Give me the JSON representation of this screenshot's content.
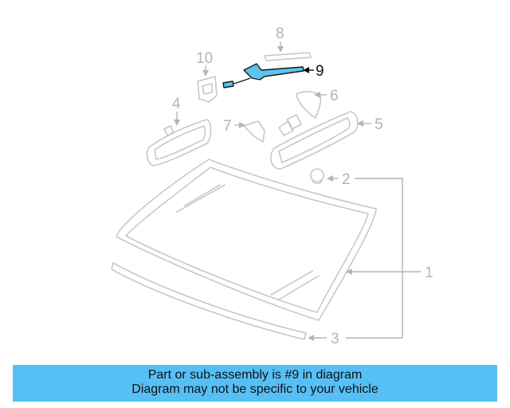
{
  "callouts": {
    "c1": "1",
    "c2": "2",
    "c3": "3",
    "c4": "4",
    "c5": "5",
    "c6": "6",
    "c7": "7",
    "c8": "8",
    "c9": "9",
    "c10": "10"
  },
  "highlighted_part": "9",
  "banner": {
    "line1": "Part or sub-assembly is #9 in diagram",
    "line2": "Diagram may not be specific to your vehicle"
  },
  "colors": {
    "highlight": "#5bc3f0",
    "banner": "#56c0f6",
    "ghost": "#c8c8c8"
  }
}
